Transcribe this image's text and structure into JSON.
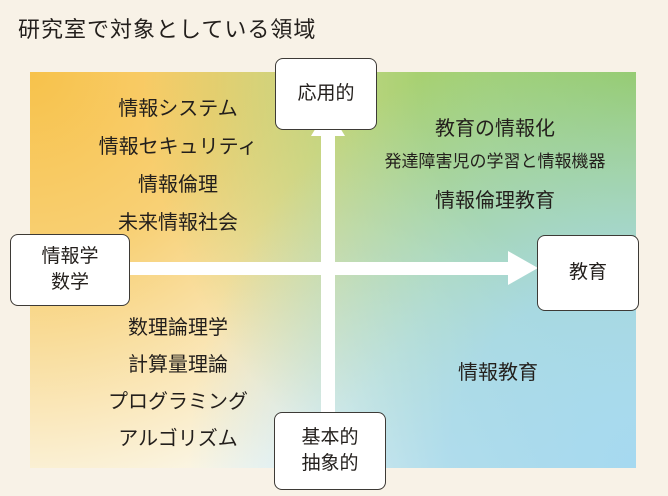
{
  "title": "研究室で対象としている領域",
  "axes": {
    "top": "応用的",
    "left": [
      "情報学",
      "数学"
    ],
    "right": "教育",
    "bottom": [
      "基本的",
      "抽象的"
    ]
  },
  "quadrants": {
    "top_left": [
      "情報システム",
      "情報セキュリティ",
      "情報倫理",
      "未来情報社会"
    ],
    "top_right": [
      "教育の情報化",
      "発達障害児の学習と情報機器",
      "情報倫理教育"
    ],
    "bottom_left": [
      "数理論理学",
      "計算量理論",
      "プログラミング",
      "アルゴリズム"
    ],
    "bottom_right": [
      "情報教育"
    ]
  },
  "colors": {
    "top_left": "#f7c24b",
    "top_right": "#93c95a",
    "bottom_right": "#a6d9f0",
    "bottom_left": "#fbfaf2"
  }
}
